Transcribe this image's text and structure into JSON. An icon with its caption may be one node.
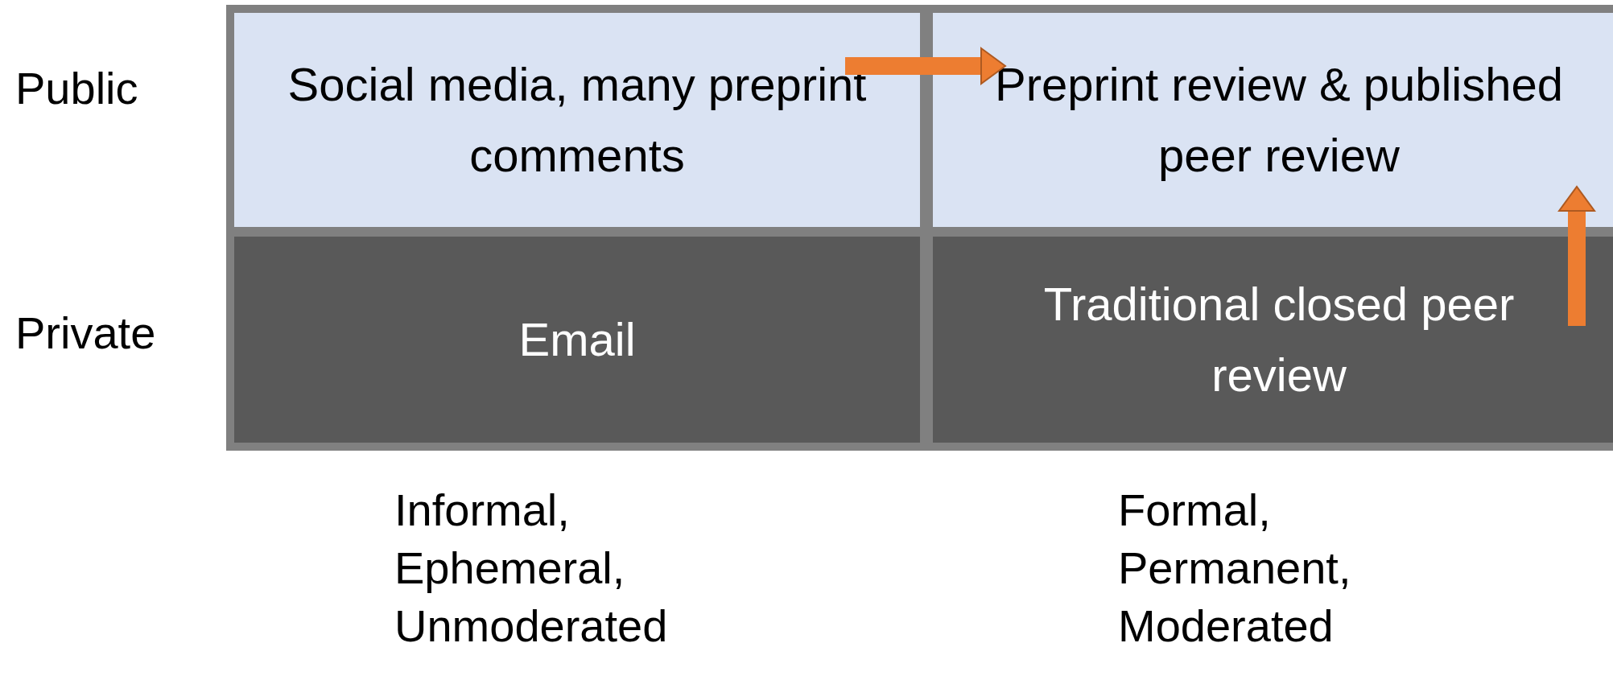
{
  "diagram": {
    "nodes": [
      {
        "text": [
          "Social media, many preprint comments"
        ]
      },
      {
        "text": [
          "Preprint review & published peer review"
        ]
      },
      {
        "text": [
          "Email"
        ]
      },
      {
        "text": [
          "Traditional closed peer review"
        ]
      }
    ],
    "edges": [
      {
        "from": 0,
        "to": 1,
        "arrow": "to"
      },
      {
        "from": 3,
        "to": 1,
        "arrow": "to"
      }
    ],
    "labels": [
      "Public",
      "Private",
      "Informal, Ephemeral, Unmoderated",
      "Formal, Permanent, Moderated"
    ]
  }
}
